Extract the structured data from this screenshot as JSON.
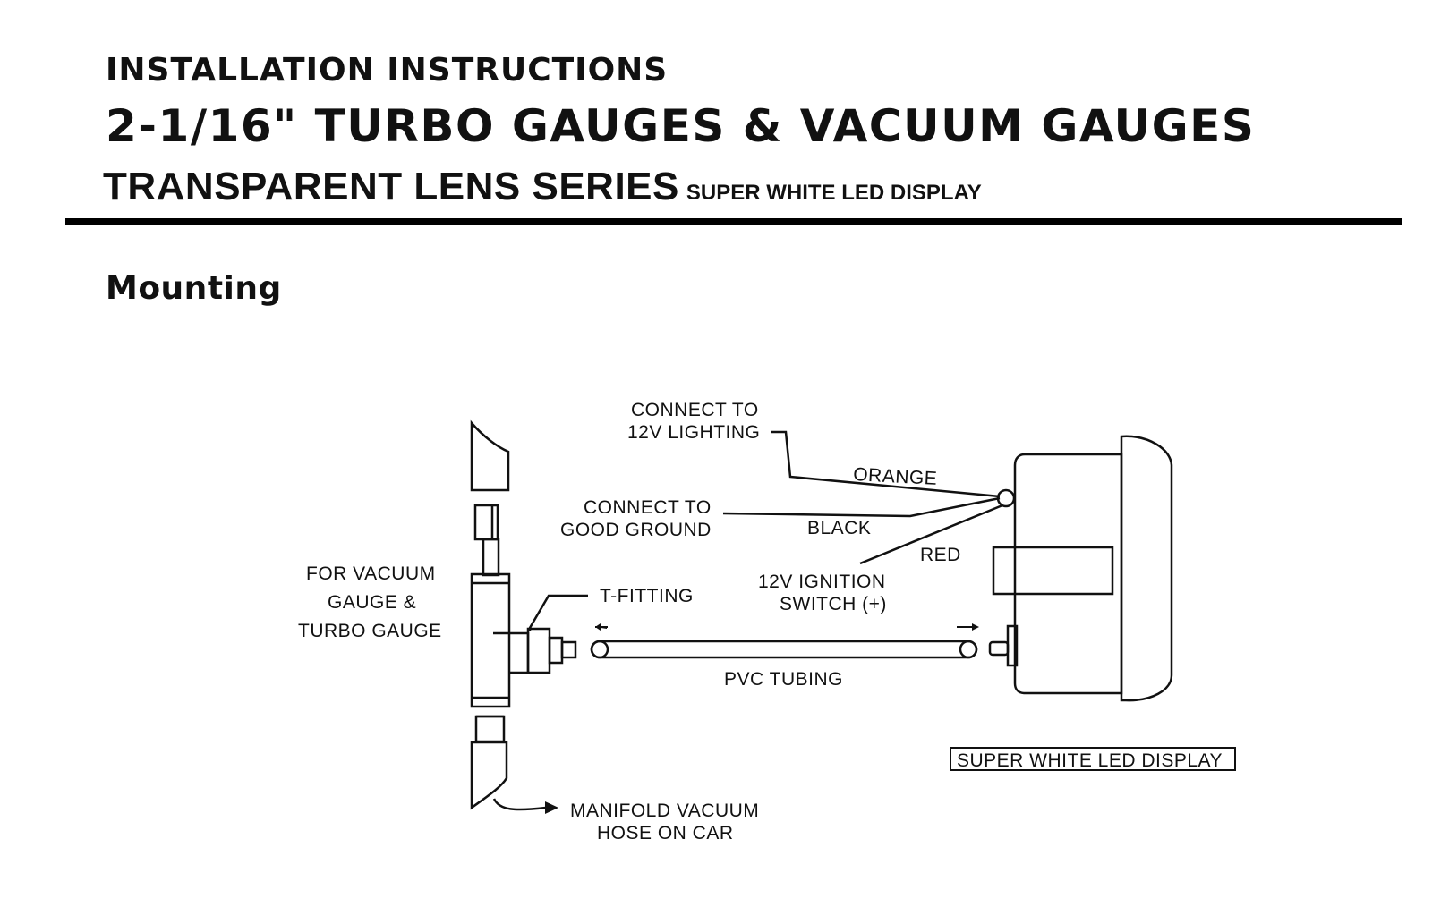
{
  "header": {
    "line1": "INSTALLATION INSTRUCTIONS",
    "line2": "2-1/16\" TURBO GAUGES & VACUUM GAUGES",
    "line3": "TRANSPARENT LENS SERIES",
    "line3_small": "SUPER WHITE LED DISPLAY"
  },
  "section_title": "Mounting",
  "diagram": {
    "connect_lighting_1": "CONNECT TO",
    "connect_lighting_2": "12V LIGHTING",
    "orange": "ORANGE",
    "connect_ground_1": "CONNECT TO",
    "connect_ground_2": "GOOD GROUND",
    "black": "BLACK",
    "red": "RED",
    "ignition_1": "12V IGNITION",
    "ignition_2": "SWITCH (+)",
    "for_vacuum_1": "FOR VACUUM",
    "for_vacuum_2": "GAUGE &",
    "for_vacuum_3": "TURBO GAUGE",
    "t_fitting": "T-FITTING",
    "pvc_tubing": "PVC TUBING",
    "led_display_label": "SUPER WHITE LED DISPLAY",
    "manifold_1": "MANIFOLD VACUUM",
    "manifold_2": "HOSE ON CAR"
  }
}
